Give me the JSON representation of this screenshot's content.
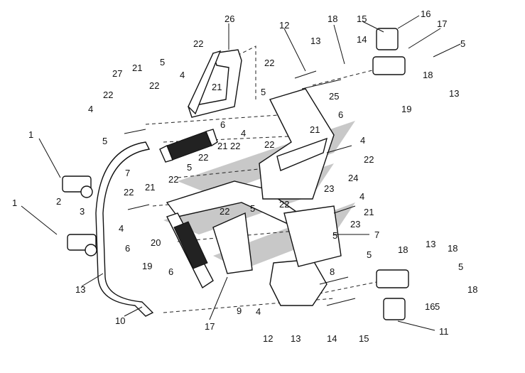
{
  "callouts": [
    {
      "id": "c26",
      "text": "26"
    },
    {
      "id": "c12a",
      "text": "12"
    },
    {
      "id": "c18a",
      "text": "18"
    },
    {
      "id": "c15a",
      "text": "15"
    },
    {
      "id": "c16a",
      "text": "16"
    },
    {
      "id": "c17a",
      "text": "17"
    },
    {
      "id": "c5a",
      "text": "5"
    },
    {
      "id": "c13a",
      "text": "13"
    },
    {
      "id": "c14a",
      "text": "14"
    },
    {
      "id": "c22a",
      "text": "22"
    },
    {
      "id": "c22b",
      "text": "22"
    },
    {
      "id": "c5b",
      "text": "5"
    },
    {
      "id": "c4a",
      "text": "4"
    },
    {
      "id": "c27",
      "text": "27"
    },
    {
      "id": "c21a",
      "text": "21"
    },
    {
      "id": "c22c",
      "text": "22"
    },
    {
      "id": "c21b",
      "text": "21"
    },
    {
      "id": "c18b",
      "text": "18"
    },
    {
      "id": "c13b",
      "text": "13"
    },
    {
      "id": "c19a",
      "text": "19"
    },
    {
      "id": "c25",
      "text": "25"
    },
    {
      "id": "c5c",
      "text": "5"
    },
    {
      "id": "c6a",
      "text": "6"
    },
    {
      "id": "c22d",
      "text": "22"
    },
    {
      "id": "c4b",
      "text": "4"
    },
    {
      "id": "c6b",
      "text": "6"
    },
    {
      "id": "c5d",
      "text": "5"
    },
    {
      "id": "c1a",
      "text": "1"
    },
    {
      "id": "c4c",
      "text": "4"
    },
    {
      "id": "c22e",
      "text": "22"
    },
    {
      "id": "c21c",
      "text": "21"
    },
    {
      "id": "c4d",
      "text": "4"
    },
    {
      "id": "c22f",
      "text": "22"
    },
    {
      "id": "c7a",
      "text": "7"
    },
    {
      "id": "c5e",
      "text": "5"
    },
    {
      "id": "c22g",
      "text": "22"
    },
    {
      "id": "c21d",
      "text": "21"
    },
    {
      "id": "c22h",
      "text": "22"
    },
    {
      "id": "c24",
      "text": "24"
    },
    {
      "id": "c2",
      "text": "2"
    },
    {
      "id": "c22i",
      "text": "22"
    },
    {
      "id": "c3",
      "text": "3"
    },
    {
      "id": "c22j",
      "text": "22"
    },
    {
      "id": "c21e",
      "text": "21"
    },
    {
      "id": "c23a",
      "text": "23"
    },
    {
      "id": "c4e",
      "text": "4"
    },
    {
      "id": "c1b",
      "text": "1"
    },
    {
      "id": "c4f",
      "text": "4"
    },
    {
      "id": "c22k",
      "text": "22"
    },
    {
      "id": "c5f",
      "text": "5"
    },
    {
      "id": "c22l",
      "text": "22"
    },
    {
      "id": "c21f",
      "text": "21"
    },
    {
      "id": "c23b",
      "text": "23"
    },
    {
      "id": "c5g",
      "text": "5"
    },
    {
      "id": "c6c",
      "text": "6"
    },
    {
      "id": "c20",
      "text": "20"
    },
    {
      "id": "c7b",
      "text": "7"
    },
    {
      "id": "c19b",
      "text": "19"
    },
    {
      "id": "c18c",
      "text": "18"
    },
    {
      "id": "c13c",
      "text": "13"
    },
    {
      "id": "c18d",
      "text": "18"
    },
    {
      "id": "c5h",
      "text": "5"
    },
    {
      "id": "c5i",
      "text": "5"
    },
    {
      "id": "c6d",
      "text": "6"
    },
    {
      "id": "c8",
      "text": "8"
    },
    {
      "id": "c13d",
      "text": "13"
    },
    {
      "id": "c18e",
      "text": "18"
    },
    {
      "id": "c5j",
      "text": "5"
    },
    {
      "id": "c4g",
      "text": "4"
    },
    {
      "id": "c9",
      "text": "9"
    },
    {
      "id": "c10",
      "text": "10"
    },
    {
      "id": "c17b",
      "text": "17"
    },
    {
      "id": "c16b",
      "text": "16"
    },
    {
      "id": "c11",
      "text": "11"
    },
    {
      "id": "c12b",
      "text": "12"
    },
    {
      "id": "c13e",
      "text": "13"
    },
    {
      "id": "c14b",
      "text": "14"
    },
    {
      "id": "c15b",
      "text": "15"
    }
  ]
}
